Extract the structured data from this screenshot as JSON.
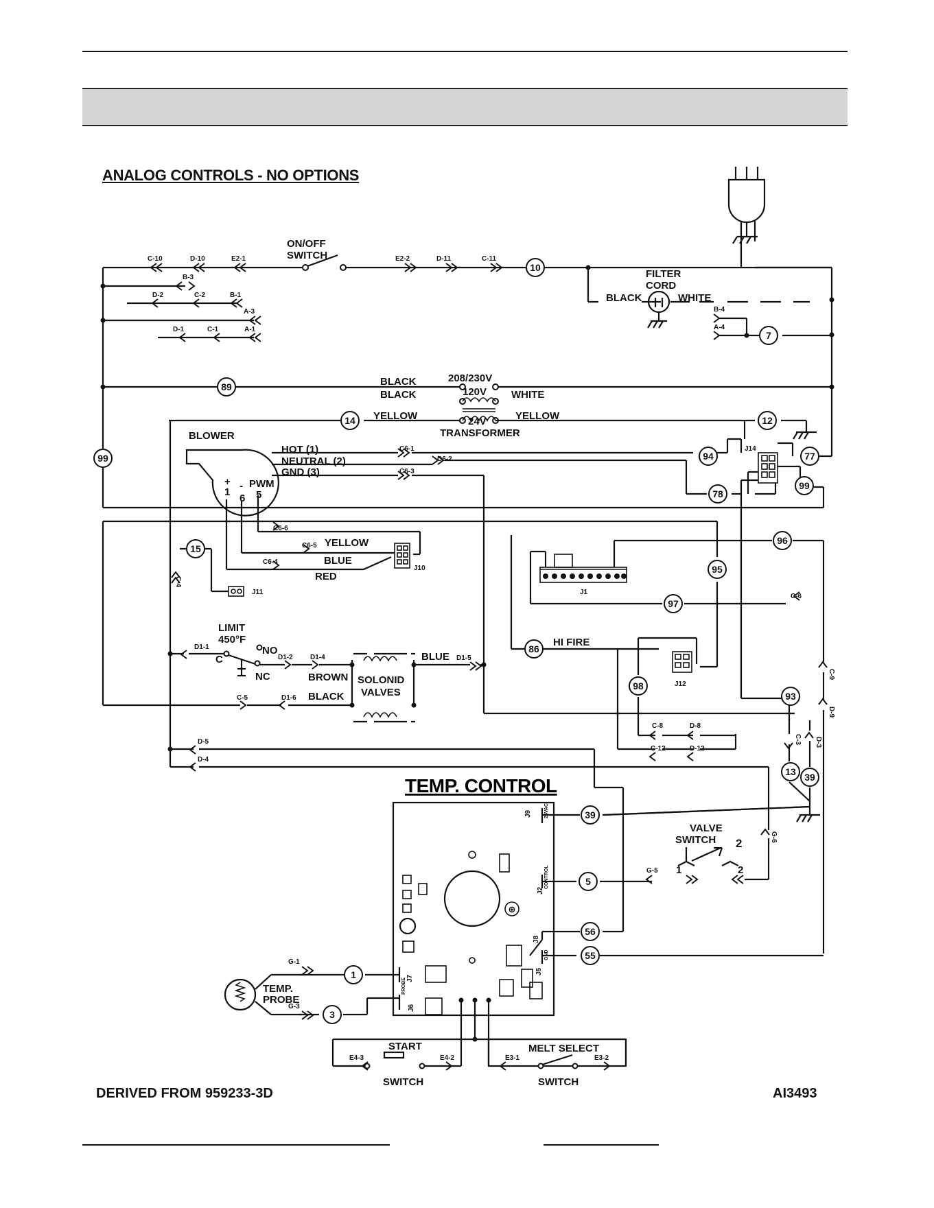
{
  "title": "ANALOG CONTROLS - NO OPTIONS",
  "footer": {
    "derived": "DERIVED FROM 959233-3D",
    "code": "AI3493"
  },
  "labels": {
    "onoff_switch": [
      "ON/OFF",
      "SWITCH"
    ],
    "filter_cord": [
      "FILTER",
      "CORD"
    ],
    "black": "BLACK",
    "white": "WHITE",
    "voltage_high": "208/230V",
    "voltage_mid": "120V",
    "voltage_low": "24V",
    "yellow": "YELLOW",
    "transformer": "TRANSFORMER",
    "blower": "BLOWER",
    "hot": "HOT (1)",
    "neutral": "NEUTRAL (2)",
    "gnd": "GND (3)",
    "pwm": "PWM",
    "plus": "+",
    "minus": "-",
    "pin1": "1",
    "pin6": "6",
    "pin5": "5",
    "blue": "BLUE",
    "red": "RED",
    "limit": [
      "LIMIT",
      "450°F"
    ],
    "c": "C",
    "no": "NO",
    "nc": "NC",
    "brown": "BROWN",
    "solenoid": [
      "SOLONID",
      "VALVES"
    ],
    "hi_fire": "HI FIRE",
    "temp_control": "TEMP. CONTROL",
    "valve_switch": [
      "VALVE",
      "SWITCH"
    ],
    "vs_1": "1",
    "vs_2": "2",
    "temp_probe": [
      "TEMP.",
      "PROBE"
    ],
    "start": "START",
    "melt_select": "MELT SELECT",
    "switch": "SWITCH"
  },
  "wire_numbers": [
    "10",
    "7",
    "89",
    "14",
    "12",
    "99",
    "94",
    "77",
    "78",
    "99",
    "96",
    "15",
    "95",
    "97",
    "86",
    "98",
    "93",
    "13",
    "39",
    "39",
    "5",
    "56",
    "55",
    "1",
    "3"
  ],
  "connectors": [
    "C-10",
    "D-10",
    "E2-1",
    "E2-2",
    "D-11",
    "C-11",
    "B-3",
    "D-2",
    "C-2",
    "B-1",
    "A-3",
    "D-1",
    "C-1",
    "A-1",
    "B-4",
    "A-4",
    "C6-1",
    "C6-2",
    "C6-3",
    "J14",
    "C6-6",
    "C6-5",
    "C6-4",
    "J10",
    "J11",
    "C-4",
    "J1",
    "C-6",
    "J12",
    "D1-1",
    "D1-2",
    "D1-4",
    "D1-5",
    "C-5",
    "D1-6",
    "C-8",
    "D-8",
    "C-12",
    "D-12",
    "C-9",
    "D-9",
    "C-3",
    "D-3",
    "D-5",
    "D-4",
    "G-6",
    "G-5",
    "G-1",
    "G-3",
    "E4-3",
    "E4-2",
    "E3-1",
    "E3-2"
  ],
  "board_labels": [
    "J9",
    "J2",
    "J8",
    "J7",
    "J6",
    "J5",
    "24VAC",
    "CONTROL",
    "PROBE",
    "GND"
  ]
}
